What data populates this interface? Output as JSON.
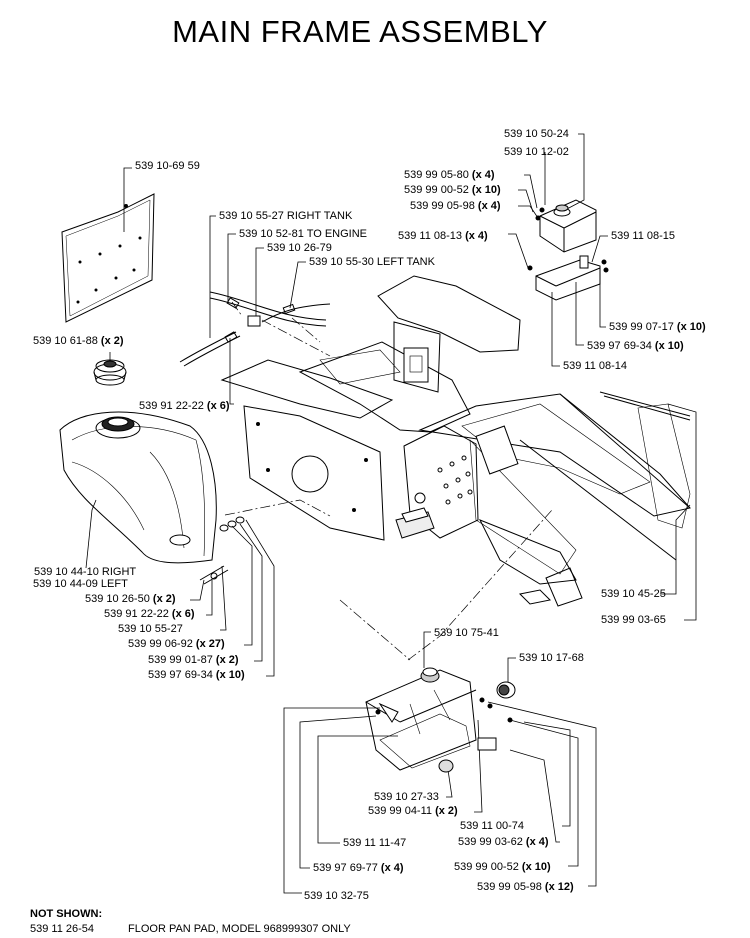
{
  "title": "MAIN FRAME ASSEMBLY",
  "labels": [
    {
      "id": "p1",
      "part": "539 10 50-24",
      "qty": ""
    },
    {
      "id": "p2",
      "part": "539 10 12-02",
      "qty": ""
    },
    {
      "id": "p3",
      "part": "539 99 05-80",
      "qty": "(x 4)"
    },
    {
      "id": "p4",
      "part": "539 99 00-52",
      "qty": "(x 10)"
    },
    {
      "id": "p5",
      "part": "539 99 05-98",
      "qty": "(x 4)"
    },
    {
      "id": "p6",
      "part": "539 11 08-13",
      "qty": "(x 4)"
    },
    {
      "id": "p7",
      "part": "539 11 08-15",
      "qty": ""
    },
    {
      "id": "p8",
      "part": "539 99 07-17",
      "qty": "(x 10)"
    },
    {
      "id": "p9",
      "part": "539 97 69-34",
      "qty": "(x 10)"
    },
    {
      "id": "p10",
      "part": "539 11 08-14",
      "qty": ""
    },
    {
      "id": "p11",
      "part": "539 10-69 59",
      "qty": ""
    },
    {
      "id": "p12",
      "part": "539 10 55-27 RIGHT TANK",
      "qty": ""
    },
    {
      "id": "p13",
      "part": "539 10 52-81 TO ENGINE",
      "qty": ""
    },
    {
      "id": "p14",
      "part": "539 10 26-79",
      "qty": ""
    },
    {
      "id": "p15",
      "part": "539 10 55-30 LEFT TANK",
      "qty": ""
    },
    {
      "id": "p16",
      "part": "539 10 61-88",
      "qty": "(x 2)"
    },
    {
      "id": "p17",
      "part": "539 91 22-22",
      "qty": "(x 6)"
    },
    {
      "id": "p18",
      "part": "539 10 44-10 RIGHT",
      "qty": ""
    },
    {
      "id": "p19",
      "part": "539 10 44-09 LEFT",
      "qty": ""
    },
    {
      "id": "p20",
      "part": "539 10 26-50",
      "qty": "(x 2)"
    },
    {
      "id": "p21",
      "part": "539 91 22-22",
      "qty": "(x 6)"
    },
    {
      "id": "p22",
      "part": "539 10 55-27",
      "qty": ""
    },
    {
      "id": "p23",
      "part": "539 99 06-92",
      "qty": "(x 27)"
    },
    {
      "id": "p24",
      "part": "539 99 01-87",
      "qty": "(x 2)"
    },
    {
      "id": "p25",
      "part": "539 97 69-34",
      "qty": "(x 10)"
    },
    {
      "id": "p26",
      "part": "539 10 45-25",
      "qty": ""
    },
    {
      "id": "p27",
      "part": "539 99 03-65",
      "qty": ""
    },
    {
      "id": "p28",
      "part": "539 10 75-41",
      "qty": ""
    },
    {
      "id": "p29",
      "part": "539 10 17-68",
      "qty": ""
    },
    {
      "id": "p30",
      "part": "539 10 27-33",
      "qty": ""
    },
    {
      "id": "p31",
      "part": "539 99 04-11",
      "qty": "(x 2)"
    },
    {
      "id": "p32",
      "part": "539 11 00-74",
      "qty": ""
    },
    {
      "id": "p33",
      "part": "539 11 11-47",
      "qty": ""
    },
    {
      "id": "p34",
      "part": "539 99 03-62",
      "qty": "(x 4)"
    },
    {
      "id": "p35",
      "part": "539 97 69-77",
      "qty": "(x 4)"
    },
    {
      "id": "p36",
      "part": "539 99 00-52",
      "qty": "(x 10)"
    },
    {
      "id": "p37",
      "part": "539 99 05-98",
      "qty": "(x 12)"
    },
    {
      "id": "p38",
      "part": "539 10 32-75",
      "qty": ""
    }
  ],
  "not_shown": {
    "heading": "NOT SHOWN:",
    "part": "539 11 26-54",
    "description": "FLOOR PAN PAD, MODEL 968999307 ONLY"
  }
}
